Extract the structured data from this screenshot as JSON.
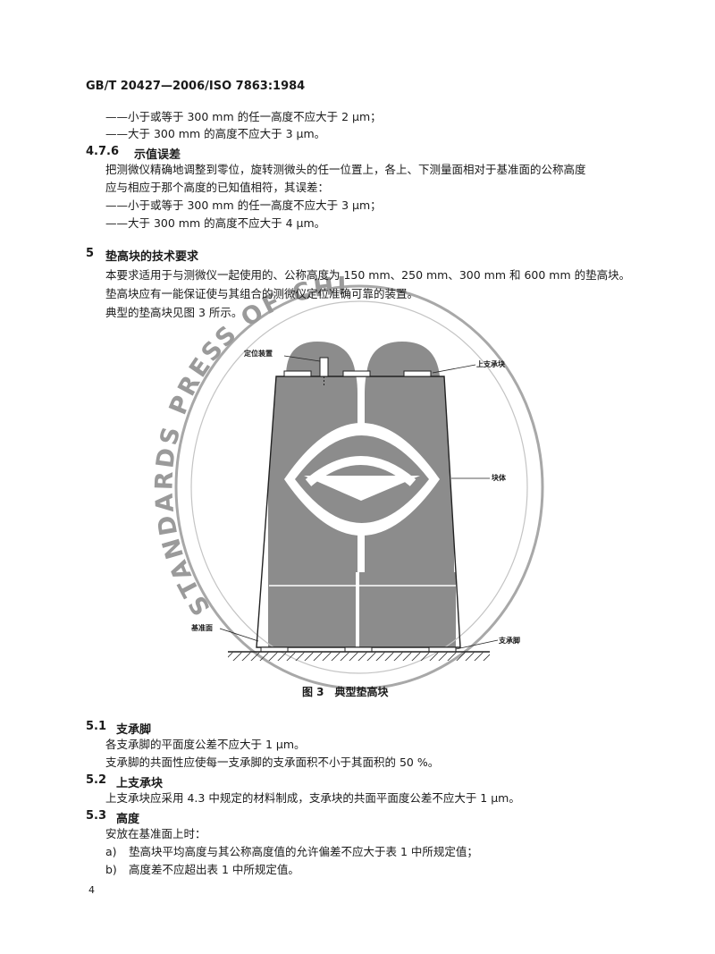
{
  "header": {
    "standard_code": "GB/T 20427—2006/ISO 7863:1984"
  },
  "section_476_pre": {
    "bullet1": "——小于或等于 300 mm 的任一高度不应大于 2 μm；",
    "bullet2": "——大于 300 mm 的高度不应大于 3 μm。"
  },
  "section_476": {
    "number": "4.7.6",
    "title": "示值误差",
    "para1": "把测微仪精确地调整到零位，旋转测微头的任一位置上，各上、下测量面相对于基准面的公称高度",
    "para2": "应与相应于那个高度的已知值相符，其误差：",
    "bullet1": "——小于或等于 300 mm 的任一高度不应大于 3 μm；",
    "bullet2": "——大于 300 mm 的高度不应大于 4 μm。"
  },
  "section_5": {
    "number": "5",
    "title": "垫高块的技术要求",
    "para1": "本要求适用于与测微仪一起使用的、公称高度为 150 mm、250 mm、300 mm 和 600 mm 的垫高块。",
    "para2": "垫高块应有一能保证使与其组合的测微仪定位准确可靠的装置。",
    "para3": "典型的垫高块见图 3 所示。"
  },
  "figure": {
    "label_positioning": "定位装置",
    "label_upper_support": "上支承块",
    "label_block": "块体",
    "label_datum": "基准面",
    "label_foot": "支承脚",
    "caption": "图 3　典型垫高块"
  },
  "section_51": {
    "number": "5.1",
    "title": "支承脚",
    "para1": "各支承脚的平面度公差不应大于 1 μm。",
    "para2": "支承脚的共面性应使每一支承脚的支承面积不小于其面积的 50 %。"
  },
  "section_52": {
    "number": "5.2",
    "title": "上支承块",
    "para1": "上支承块应采用 4.3 中规定的材料制成，支承块的共面平面度公差不应大于 1 μm。"
  },
  "section_53": {
    "number": "5.3",
    "title": "高度",
    "para1": "安放在基准面上时：",
    "item_a_marker": "a)",
    "item_a": "垫高块平均高度与其公称高度值的允许偏差不应大于表 1 中所规定值；",
    "item_b_marker": "b)",
    "item_b": "高度差不应超出表 1 中所规定值。"
  },
  "footer": {
    "page_number": "4"
  },
  "watermark": {
    "text": "STANDARDS PRESS OF CHINA"
  },
  "colors": {
    "block_fill": "#8c8c8c",
    "ink": "#1a1a1a"
  }
}
